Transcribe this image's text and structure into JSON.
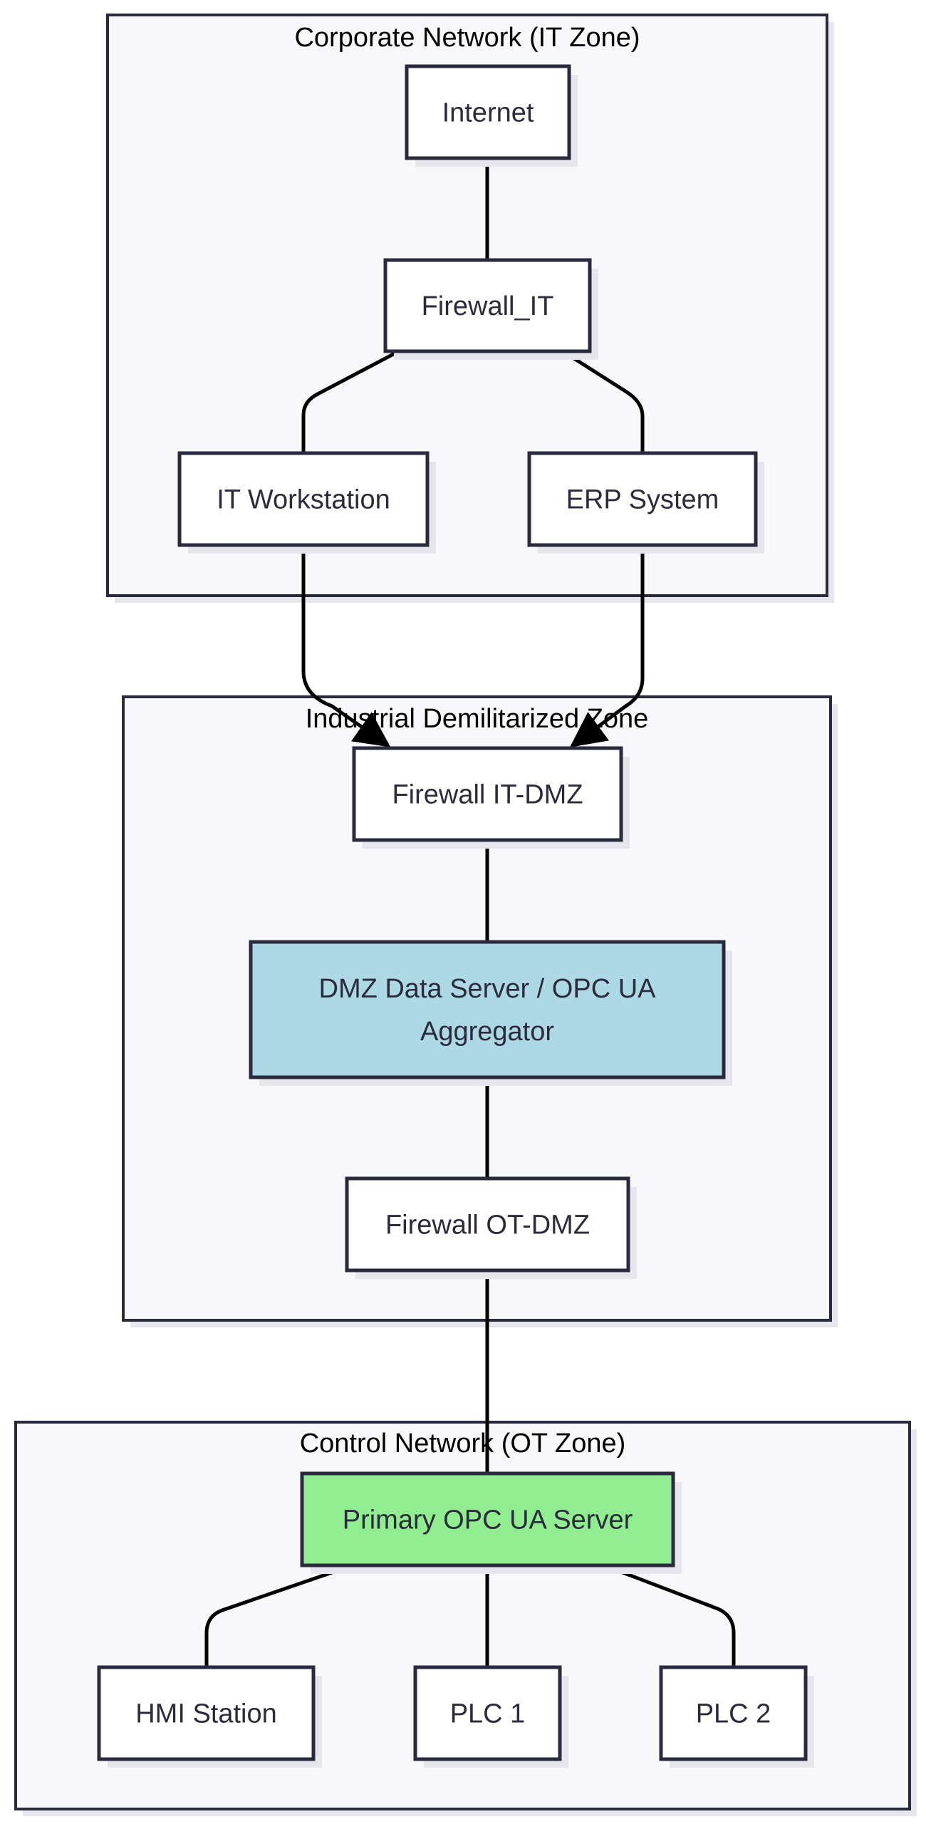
{
  "zones": [
    {
      "id": "it",
      "title": "Corporate Network (IT Zone)"
    },
    {
      "id": "dmz",
      "title": "Industrial Demilitarized Zone"
    },
    {
      "id": "ot",
      "title": "Control Network (OT Zone)"
    }
  ],
  "nodes": [
    {
      "id": "internet",
      "lines": [
        "Internet"
      ],
      "fill": "#ffffff"
    },
    {
      "id": "firewall-it",
      "lines": [
        "Firewall_IT"
      ],
      "fill": "#ffffff"
    },
    {
      "id": "it-workstation",
      "lines": [
        "IT Workstation"
      ],
      "fill": "#ffffff"
    },
    {
      "id": "erp-system",
      "lines": [
        "ERP System"
      ],
      "fill": "#ffffff"
    },
    {
      "id": "firewall-it-dmz",
      "lines": [
        "Firewall IT-DMZ"
      ],
      "fill": "#ffffff"
    },
    {
      "id": "dmz-data-server",
      "lines": [
        "DMZ Data Server / OPC UA",
        "Aggregator"
      ],
      "fill": "#add8e6"
    },
    {
      "id": "firewall-ot-dmz",
      "lines": [
        "Firewall OT-DMZ"
      ],
      "fill": "#ffffff"
    },
    {
      "id": "primary-opc-ua-server",
      "lines": [
        "Primary OPC UA Server"
      ],
      "fill": "#90ee90"
    },
    {
      "id": "hmi-station",
      "lines": [
        "HMI Station"
      ],
      "fill": "#ffffff"
    },
    {
      "id": "plc-1",
      "lines": [
        "PLC 1"
      ],
      "fill": "#ffffff"
    },
    {
      "id": "plc-2",
      "lines": [
        "PLC 2"
      ],
      "fill": "#ffffff"
    }
  ],
  "edges": [
    {
      "from": "internet",
      "to": "firewall-it",
      "arrow": false
    },
    {
      "from": "firewall-it",
      "to": "it-workstation",
      "arrow": false
    },
    {
      "from": "firewall-it",
      "to": "erp-system",
      "arrow": false
    },
    {
      "from": "it-workstation",
      "to": "firewall-it-dmz",
      "arrow": true
    },
    {
      "from": "erp-system",
      "to": "firewall-it-dmz",
      "arrow": true
    },
    {
      "from": "firewall-it-dmz",
      "to": "dmz-data-server",
      "arrow": false
    },
    {
      "from": "dmz-data-server",
      "to": "firewall-ot-dmz",
      "arrow": false
    },
    {
      "from": "firewall-ot-dmz",
      "to": "primary-opc-ua-server",
      "arrow": false
    },
    {
      "from": "primary-opc-ua-server",
      "to": "hmi-station",
      "arrow": false
    },
    {
      "from": "primary-opc-ua-server",
      "to": "plc-1",
      "arrow": false
    },
    {
      "from": "primary-opc-ua-server",
      "to": "plc-2",
      "arrow": false
    }
  ],
  "colors": {
    "stroke": "#2a2a3e",
    "zone_fill": "#f8f8fa",
    "shadow": "#e6e6ec",
    "edge": "#000000"
  }
}
